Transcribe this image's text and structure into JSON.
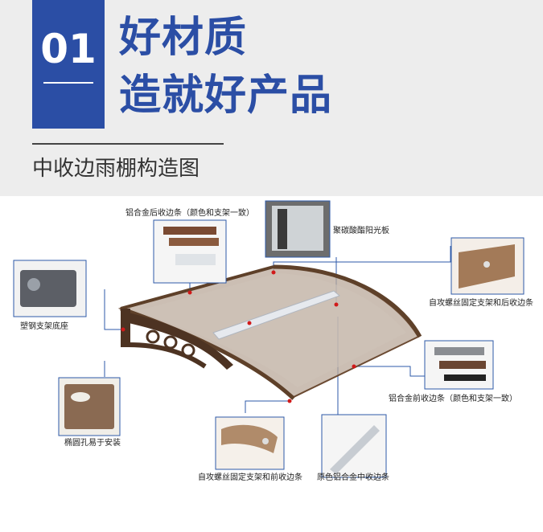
{
  "header": {
    "badge_number": "01",
    "headline_line1": "好材质",
    "headline_line2": "造就好产品",
    "subtitle": "中收边雨棚构造图"
  },
  "colors": {
    "brand_blue": "#2b4ea5",
    "frame_brown": "#6b4a32",
    "callout_blue": "#2e5aa8",
    "marker_red": "#d11a1a"
  },
  "callouts": [
    {
      "id": "rear-edge-strip",
      "label": "铝合金后收边条（颜色和支架一致）"
    },
    {
      "id": "pc-panel",
      "label": "聚碳酸酯阳光板"
    },
    {
      "id": "bracket-base",
      "label": "塑钢支架底座"
    },
    {
      "id": "screw-rear",
      "label": "自攻螺丝固定支架和后收边条"
    },
    {
      "id": "front-edge-strip",
      "label": "铝合金前收边条（颜色和支架一致）"
    },
    {
      "id": "oval-hole",
      "label": "椭圆孔易于安装"
    },
    {
      "id": "screw-front",
      "label": "自攻螺丝固定支架和前收边条"
    },
    {
      "id": "mid-strip",
      "label": "原色铝合金中收边条"
    }
  ]
}
